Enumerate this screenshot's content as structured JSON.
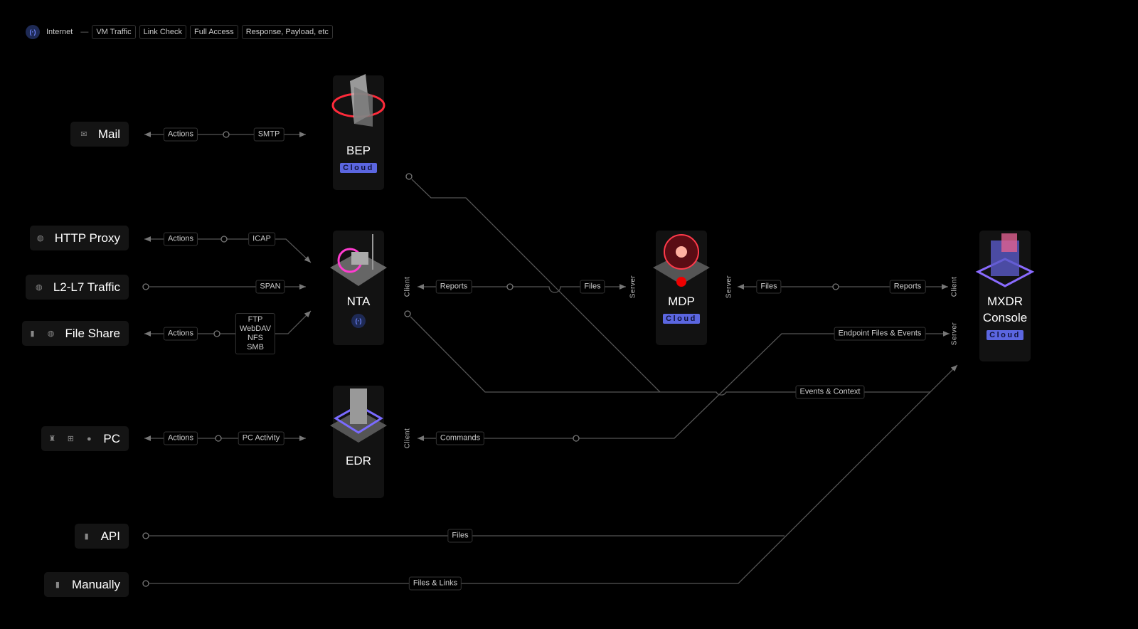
{
  "legend": {
    "internet": "Internet",
    "tags": [
      "VM Traffic",
      "Link Check",
      "Full Access",
      "Response, Payload, etc"
    ]
  },
  "sources": {
    "mail": "Mail",
    "http_proxy": "HTTP Proxy",
    "l2l7": "L2-L7 Traffic",
    "file_share": "File Share",
    "pc": "PC",
    "api": "API",
    "manually": "Manually"
  },
  "products": {
    "bep": "BEP",
    "nta": "NTA",
    "edr": "EDR",
    "mdp": "MDP",
    "mxdr_1": "MXDR",
    "mxdr_2": "Console",
    "cloud": "Cloud"
  },
  "labels": {
    "actions": "Actions",
    "smtp": "SMTP",
    "icap": "ICAP",
    "span": "SPAN",
    "protocols": [
      "FTP",
      "WebDAV",
      "NFS",
      "SMB"
    ],
    "pc_activity": "PC Activity",
    "reports": "Reports",
    "files": "Files",
    "commands": "Commands",
    "endpoint": "Endpoint Files & Events",
    "events": "Events & Context",
    "files_links": "Files & Links",
    "client": "Client",
    "server": "Server"
  },
  "colors": {
    "accent": "#5b66e0",
    "line": "#555555"
  }
}
